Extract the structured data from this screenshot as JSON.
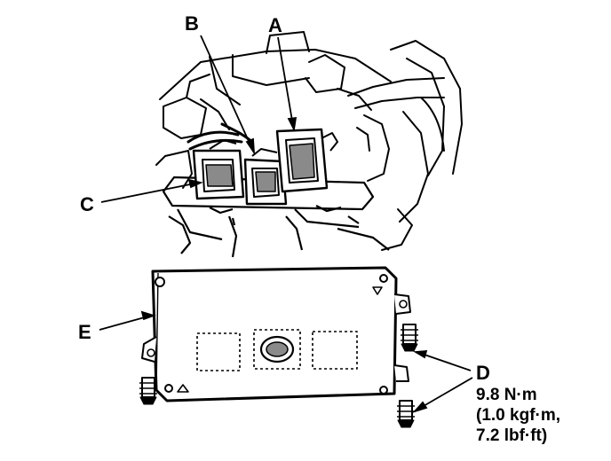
{
  "callouts": {
    "a": "A",
    "b": "B",
    "c": "C",
    "d": "D",
    "e": "E"
  },
  "torque_spec": {
    "metric": "9.8 N·m",
    "kgf": "(1.0 kgf·m,",
    "imperial": "7.2 lbf·ft)"
  },
  "colors": {
    "ink": "#000000",
    "paper": "#ffffff",
    "shade": "#8a8a8a"
  }
}
